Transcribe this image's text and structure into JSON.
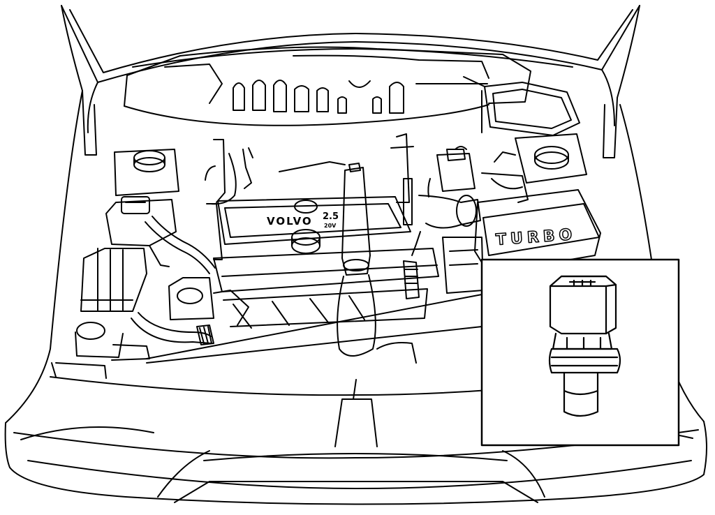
{
  "engine": {
    "cover_brand": "VOLVO",
    "cover_badge": "2.5",
    "cover_badge_sub": "20V",
    "intake_label": "TURBO"
  },
  "colors": {
    "ink": "#000000",
    "paper": "#ffffff"
  }
}
